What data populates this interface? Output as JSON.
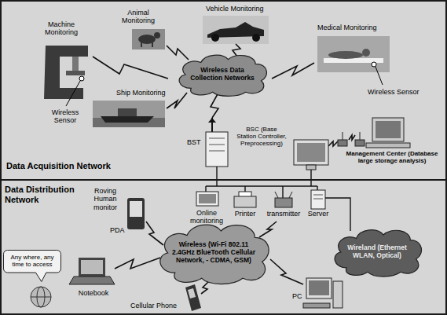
{
  "diagram": {
    "nodes": [
      {
        "text": [
          "Data Acquisition Network"
        ]
      },
      {
        "text": [
          "Wireless Data Collection Networks"
        ],
        "in": 0
      },
      {
        "text": [
          "Data Distribution Network"
        ]
      },
      {
        "text": [
          "Wireless (Wi-Fi 802.11 2.4GHz BlueTooth Cellular Network, - CDMA, GSM)"
        ],
        "in": 2
      },
      {
        "text": [
          "Wireland (Ethernet WLAN, Optical)"
        ],
        "in": 2
      },
      {
        "text": [
          "Any where, any time to access"
        ],
        "in": 2
      }
    ],
    "labels": [
      "Animal Monitoring",
      "Vehicle Monitoring",
      "Machine Monitoring",
      "Medical Monitoring",
      "Wireless Sensor",
      "Ship Monitoring",
      "Wireless Sensor",
      "BSC (Base Station Controller, Preprocessing)",
      "BST",
      "Management Center (Database large storage analysis)",
      "Roving Human monitor",
      "Online monitoring",
      "Printer",
      "transmitter",
      "Server",
      "PDA",
      "Notebook",
      "Cellular Phone",
      "PC"
    ]
  }
}
